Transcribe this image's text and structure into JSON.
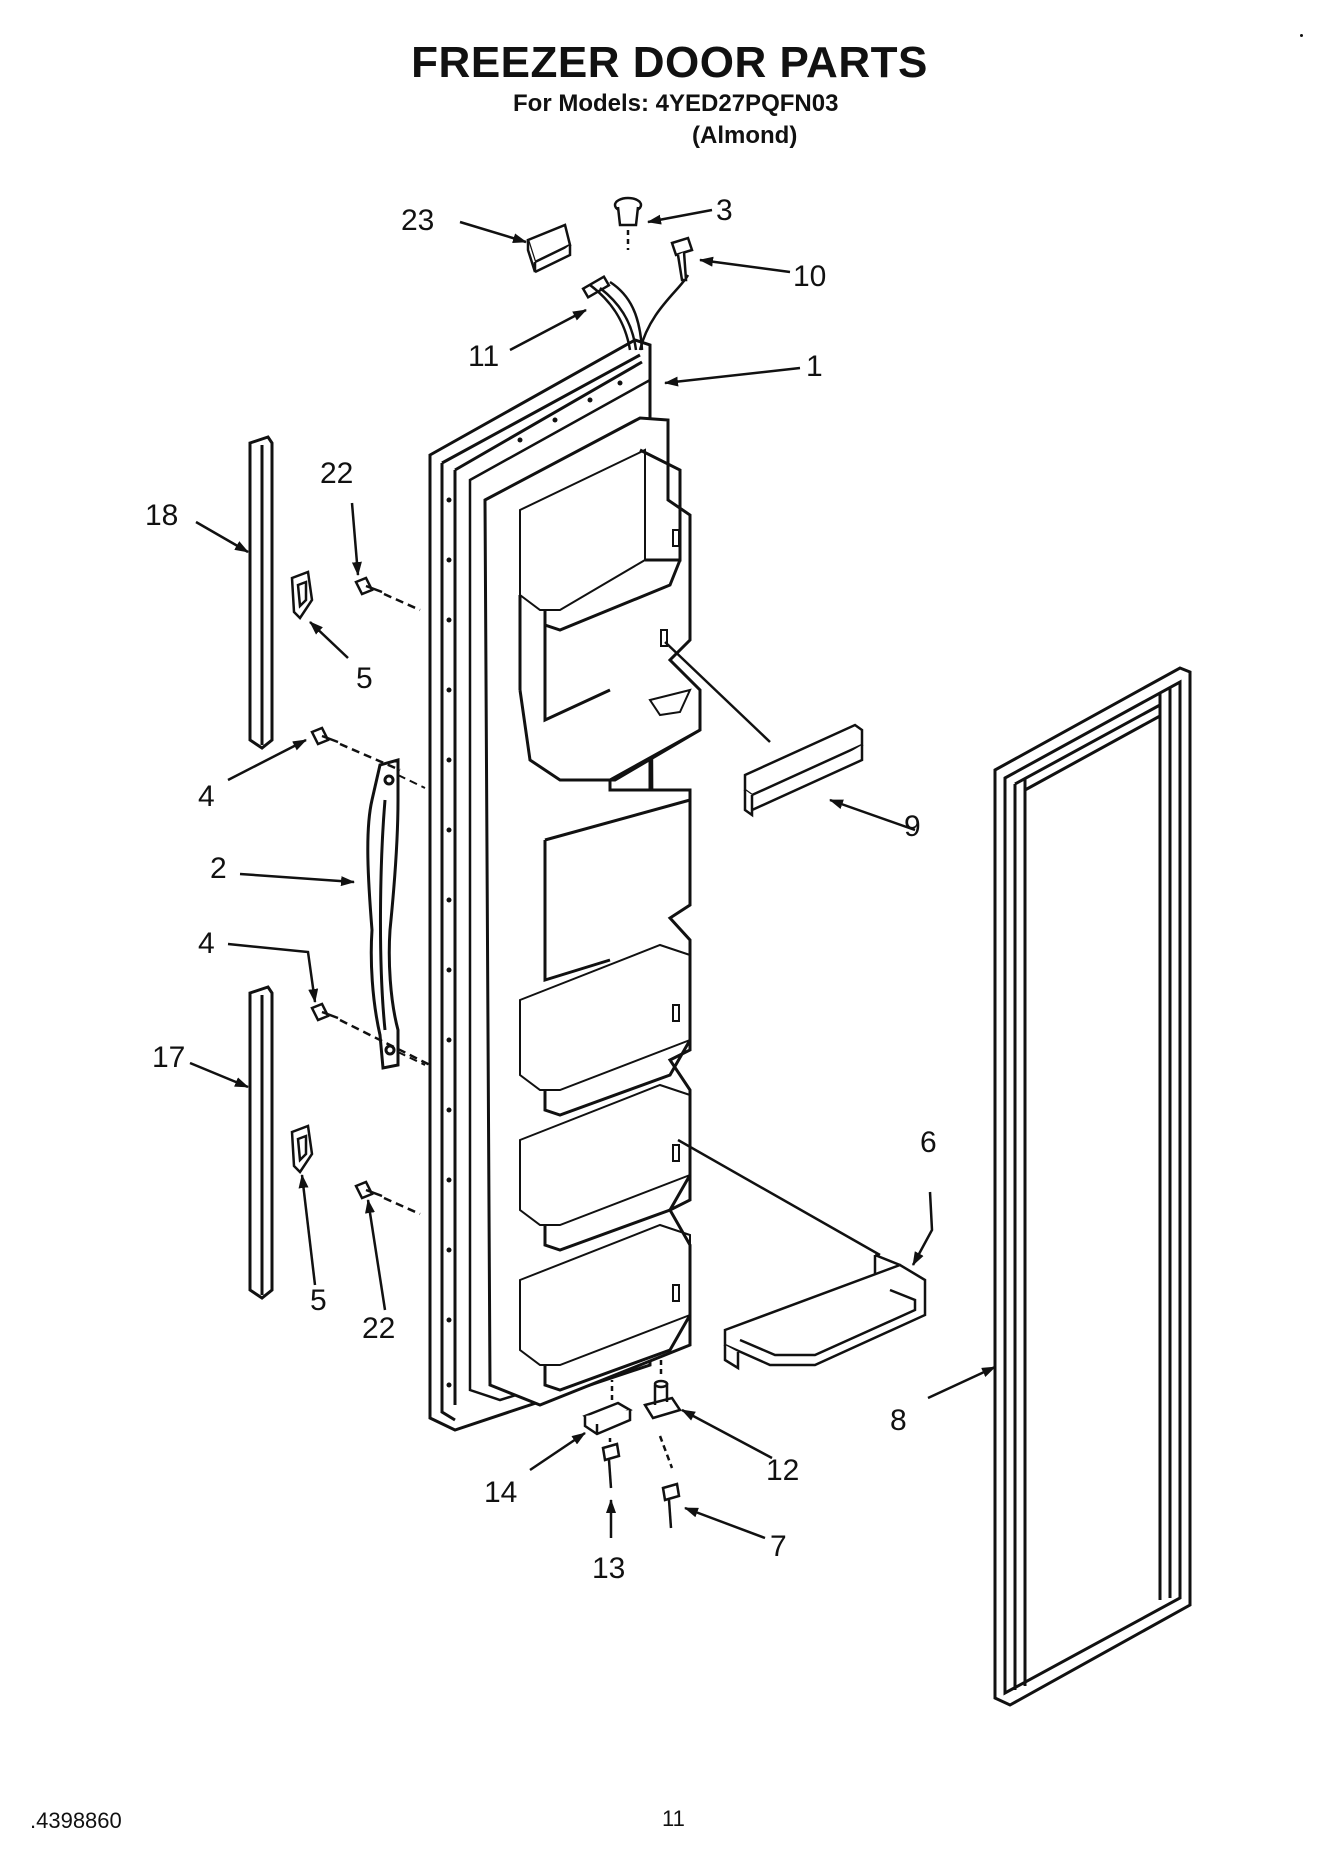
{
  "header": {
    "title": "FREEZER DOOR PARTS",
    "models_line": "For Models: 4YED27PQFN03",
    "color_line": "(Almond)"
  },
  "footer": {
    "doc_number": ".4398860",
    "page_number": "11"
  },
  "callouts": {
    "c1": "1",
    "c2": "2",
    "c3": "3",
    "c4a": "4",
    "c4b": "4",
    "c5a": "5",
    "c5b": "5",
    "c6": "6",
    "c7": "7",
    "c8": "8",
    "c9": "9",
    "c10": "10",
    "c11": "11",
    "c12": "12",
    "c13": "13",
    "c14": "14",
    "c17": "17",
    "c18": "18",
    "c22a": "22",
    "c22b": "22",
    "c23": "23"
  }
}
